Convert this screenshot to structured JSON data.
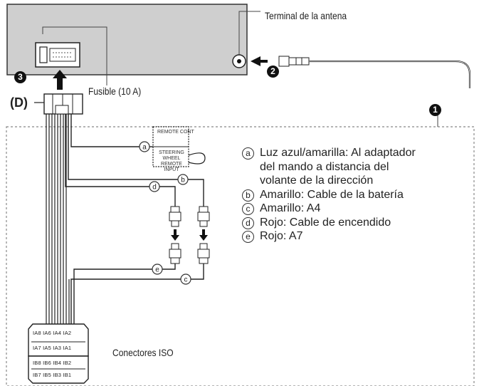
{
  "labels": {
    "antenna_terminal": "Terminal de la antena",
    "fuse": "Fusible (10 A)",
    "connector_d": "(D)",
    "iso_connectors": "Conectores ISO"
  },
  "step_numbers": [
    "1",
    "2",
    "3"
  ],
  "wire_markers": [
    "a",
    "b",
    "c",
    "d",
    "e"
  ],
  "legend": [
    {
      "key": "a",
      "text": "Luz azul/amarilla: Al adaptador\ndel mando a distancia del\nvolante de la dirección"
    },
    {
      "key": "b",
      "text": "Amarillo: Cable de la batería"
    },
    {
      "key": "c",
      "text": "Amarillo: A4"
    },
    {
      "key": "d",
      "text": "Rojo: Cable de encendido"
    },
    {
      "key": "e",
      "text": "Rojo: A7"
    }
  ],
  "adapter_box": {
    "line1": "REMOTE CONT",
    "line2": "STEERING WHEEL REMOTE INPUT"
  },
  "iso": {
    "row_a1": "IA8 IA6 IA4 IA2",
    "row_a2": "IA7 IA5 IA3 IA1",
    "row_b1": "IB8 IB6 IB4 IB2",
    "row_b2": "IB7 IB5 IB3 IB1"
  },
  "colors": {
    "unit_fill": "#cfcfcf",
    "line": "#222222",
    "dashed": "#777777"
  }
}
